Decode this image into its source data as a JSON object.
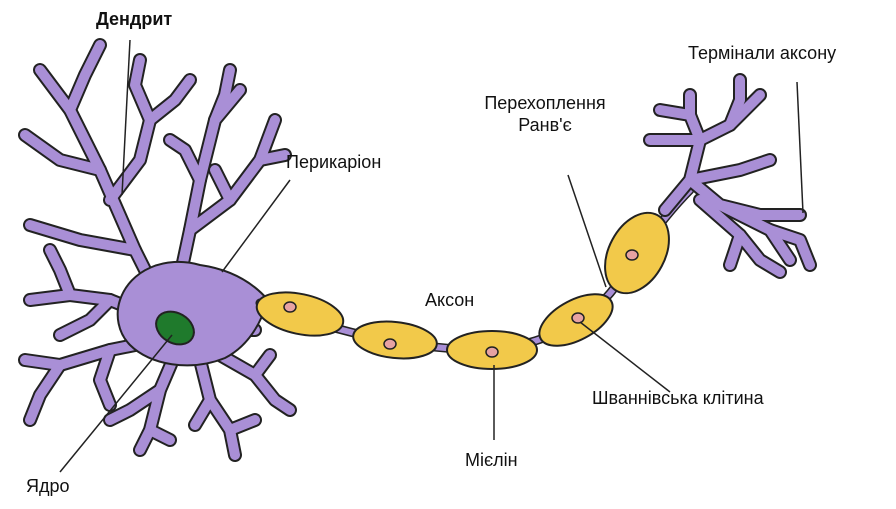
{
  "labels": {
    "dendrite": "Дендрит",
    "perikaryon": "Перикаріон",
    "ranvier_line1": "Перехоплення",
    "ranvier_line2": "Ранв'є",
    "axon_terminals": "Термінали аксону",
    "axon": "Аксон",
    "schwann_cell": "Шваннівська клітина",
    "myelin": "Мієлін",
    "nucleus": "Ядро"
  },
  "colors": {
    "cell_body": "#a98fd6",
    "myelin": "#f2c94a",
    "schwann_nucleus": "#e7a2a2",
    "nucleus": "#1f7a2c",
    "outline": "#222222"
  }
}
